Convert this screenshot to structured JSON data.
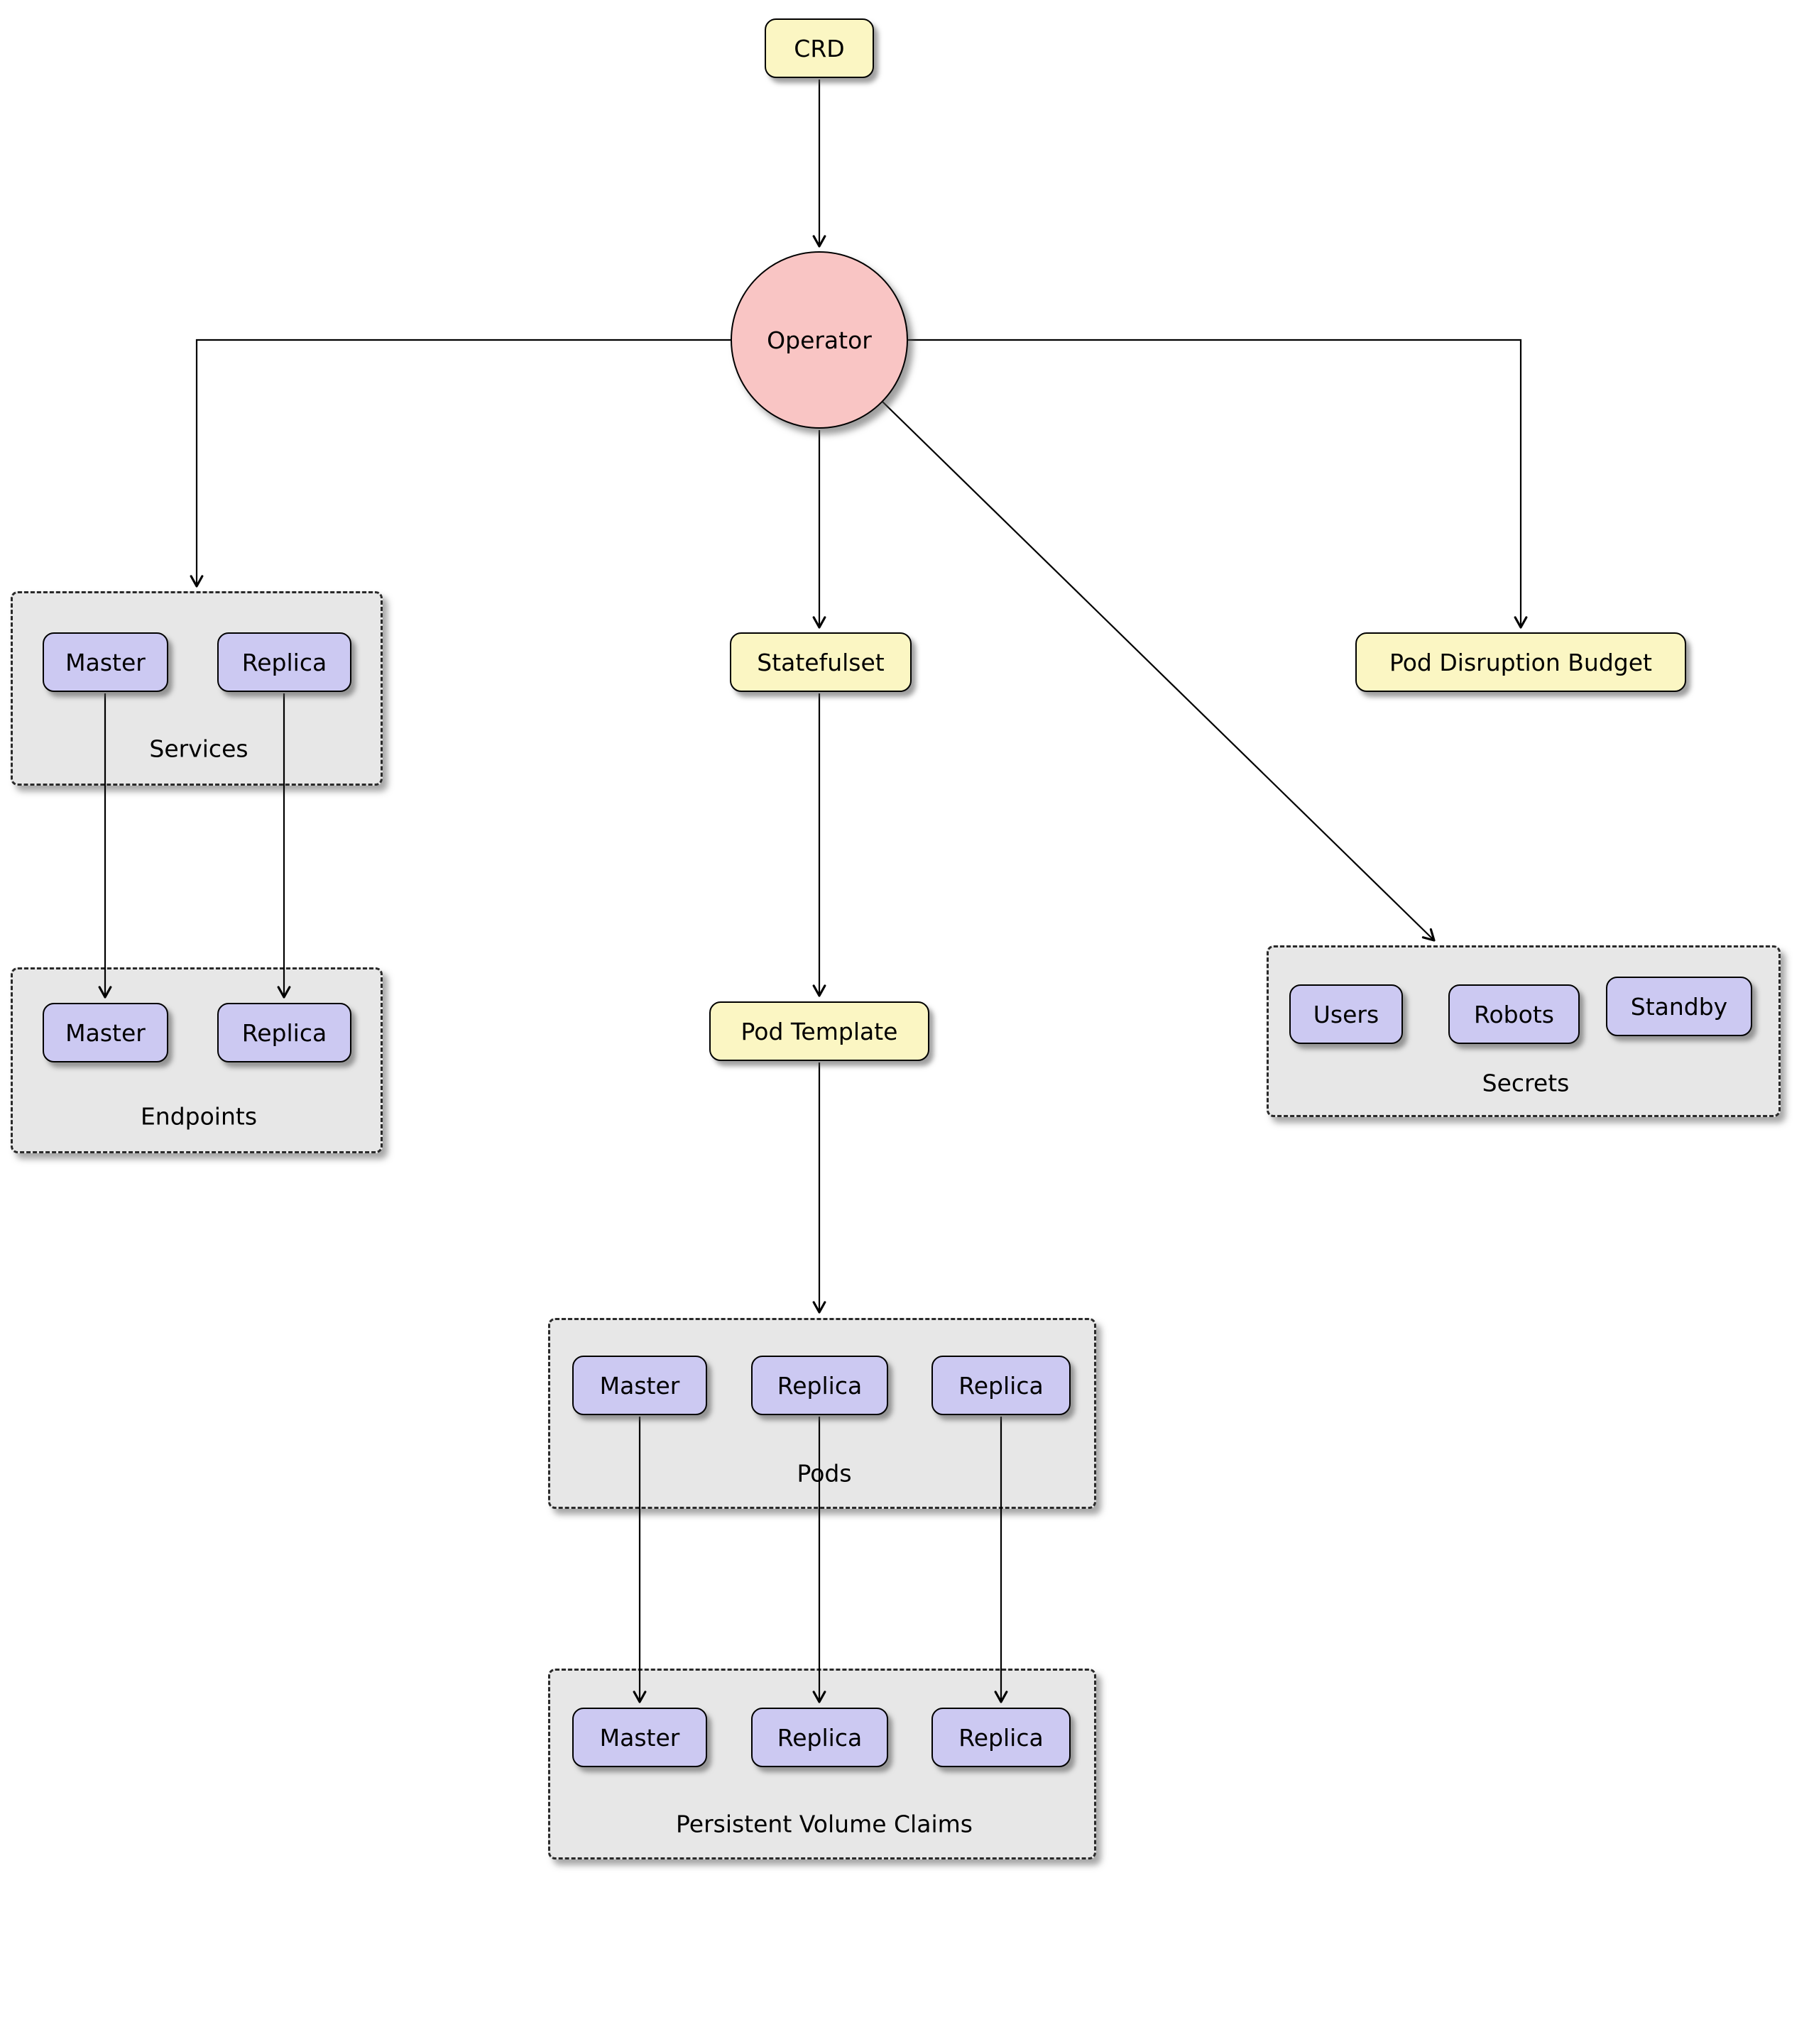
{
  "diagram": {
    "nodes": {
      "crd": "CRD",
      "operator": "Operator",
      "statefulset": "Statefulset",
      "pod_disruption_budget": "Pod Disruption Budget",
      "pod_template": "Pod Template"
    },
    "groups": {
      "services": {
        "label": "Services",
        "nodes": [
          "Master",
          "Replica"
        ]
      },
      "endpoints": {
        "label": "Endpoints",
        "nodes": [
          "Master",
          "Replica"
        ]
      },
      "secrets": {
        "label": "Secrets",
        "nodes": [
          "Users",
          "Robots",
          "Standby"
        ]
      },
      "pods": {
        "label": "Pods",
        "nodes": [
          "Master",
          "Replica",
          "Replica"
        ]
      },
      "persistent_volume_claims": {
        "label": "Persistent Volume Claims",
        "nodes": [
          "Master",
          "Replica",
          "Replica"
        ]
      }
    },
    "colors": {
      "resource_node_fill": "#FBF6C3",
      "instance_node_fill": "#CCC9F2",
      "operator_fill": "#F9C5C4",
      "group_fill": "#E7E7E7",
      "stroke": "#000000"
    }
  }
}
